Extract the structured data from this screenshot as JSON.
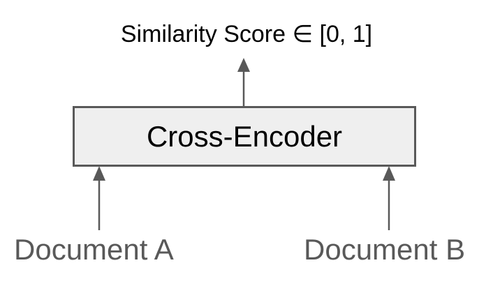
{
  "diagram": {
    "output_label": "Similarity Score ∈ [0, 1]",
    "encoder_label": "Cross-Encoder",
    "inputs": [
      "Document A",
      "Document B"
    ]
  },
  "colors": {
    "box_fill": "#efefef",
    "box_border": "#595959",
    "arrow": "#595959",
    "input_text": "#595959",
    "main_text": "#000000"
  }
}
